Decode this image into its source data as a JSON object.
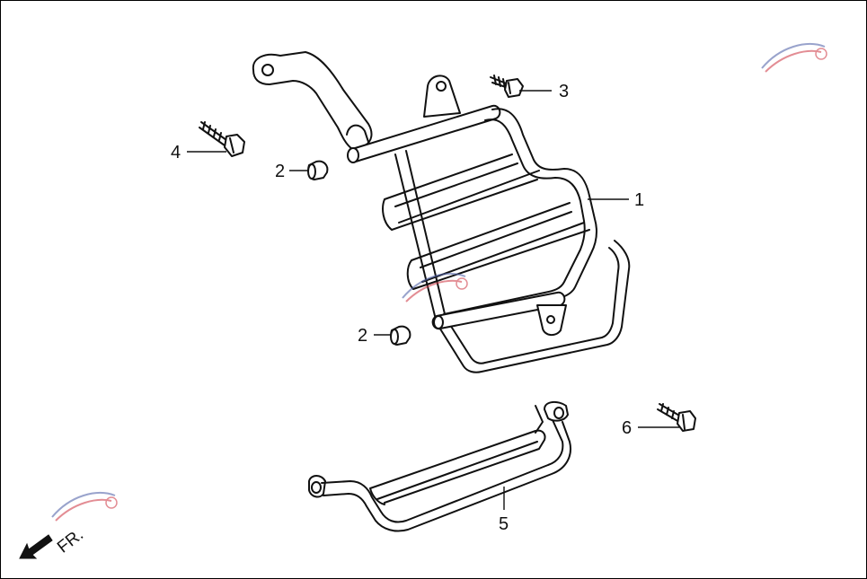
{
  "callouts": [
    {
      "id": "1",
      "label": "1"
    },
    {
      "id": "2a",
      "label": "2"
    },
    {
      "id": "2b",
      "label": "2"
    },
    {
      "id": "3",
      "label": "3"
    },
    {
      "id": "4",
      "label": "4"
    },
    {
      "id": "5",
      "label": "5"
    },
    {
      "id": "6",
      "label": "6"
    }
  ],
  "direction": {
    "label": "FR.",
    "icon": "front-arrow-icon"
  },
  "watermark": {
    "logo": "moto-logo-watermark"
  },
  "colors": {
    "line": "#111111",
    "watermark_red": "#d0414d",
    "watermark_blue": "#5566aa"
  }
}
